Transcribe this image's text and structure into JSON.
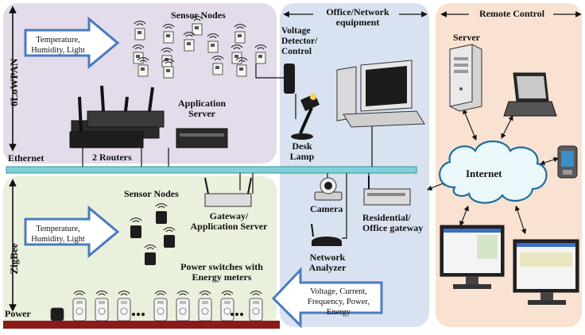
{
  "zones": {
    "lowpan_label": "6LoWPAN",
    "zigbee_label": "ZigBee",
    "office_title": "Office/Network",
    "office_title2": "equipment",
    "remote_title": "Remote Control"
  },
  "buses": {
    "ethernet_label": "Ethernet",
    "power_label": "Power"
  },
  "lowpan": {
    "sensor_nodes_label": "Sensor Nodes",
    "arrow_text": [
      "Temperature,",
      "Humidity, Light"
    ],
    "routers_label": "2 Routers",
    "app_server_label": [
      "Application",
      "Server"
    ],
    "voltage_detector_label": [
      "Voltage",
      "Detector/",
      "Control"
    ]
  },
  "office": {
    "desk_lamp_label": [
      "Desk",
      "Lamp"
    ],
    "camera_label": "Camera",
    "gateway_label": [
      "Residential/",
      "Office gateway"
    ],
    "analyzer_label": [
      "Network",
      "Analyzer"
    ],
    "arrow_text": [
      "Voltage, Current,",
      "Frequency, Power,",
      "Energy"
    ]
  },
  "zigbee": {
    "sensor_nodes_label": "Sensor Nodes",
    "gateway_label": [
      "Gateway/",
      "Application Server"
    ],
    "arrow_text": [
      "Temperature,",
      "Humidity, Light"
    ],
    "power_switches_label": [
      "Power switches with",
      "Energy meters"
    ]
  },
  "remote": {
    "server_label": "Server",
    "internet_label": "Internet"
  },
  "colors": {
    "lowpan_bg": "#e4dcea",
    "zigbee_bg": "#e9f0dc",
    "office_bg": "#d9e2f0",
    "remote_bg": "#f9e2d2",
    "ethernet_bus": "#7fd3d8",
    "power_bus": "#8b1a1a",
    "arrow_fill": "#ffffff",
    "arrow_stroke": "#4a7bc0"
  },
  "icons": {
    "sensor": "wireless-sensor-icon",
    "router": "router-icon",
    "server": "server-tower-icon",
    "laptop": "laptop-icon",
    "desktop": "desktop-computer-icon",
    "lamp": "desk-lamp-icon",
    "camera": "camera-icon",
    "gateway": "gateway-icon",
    "cloud": "internet-cloud-icon",
    "pda": "pda-icon",
    "plug": "power-switch-icon"
  }
}
